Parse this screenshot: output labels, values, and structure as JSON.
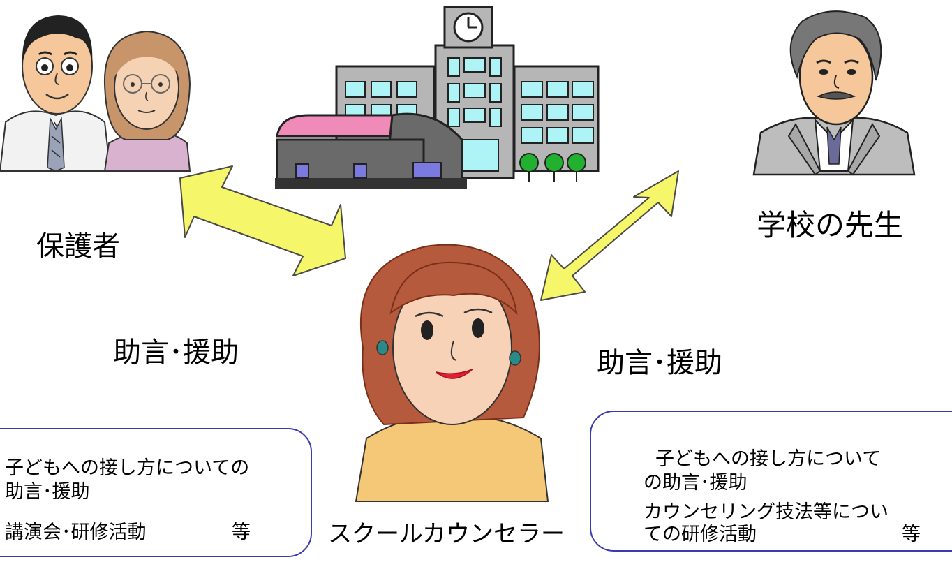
{
  "labels": {
    "parents": "保護者",
    "teacher": "学校の先生",
    "counselor": "スクールカウンセラー",
    "advice_left": "助言･援助",
    "advice_right": "助言･援助"
  },
  "left_box": {
    "line1": "子どもへの接し方についての",
    "line2": "助言･援助",
    "line3": "講演会･研修活動",
    "line3_suffix": "等"
  },
  "right_box": {
    "line1": "子どもへの接し方について",
    "line2": "の助言･援助",
    "line3": "カウンセリング技法等につい",
    "line4": "ての研修活動",
    "line4_suffix": "等"
  },
  "colors": {
    "arrow_fill": "#f6f66a",
    "arrow_stroke": "#4a4a4a",
    "box_border": "#3b3bb0",
    "roof": "#f08ab8",
    "window": "#aef4f6",
    "building": "#b6b6b6",
    "hair_counselor": "#b55a3c",
    "shirt_counselor": "#f5c878"
  },
  "icons": {
    "parents": "parents-illustration",
    "school": "school-building-illustration",
    "teacher": "teacher-illustration",
    "counselor": "counselor-illustration"
  }
}
